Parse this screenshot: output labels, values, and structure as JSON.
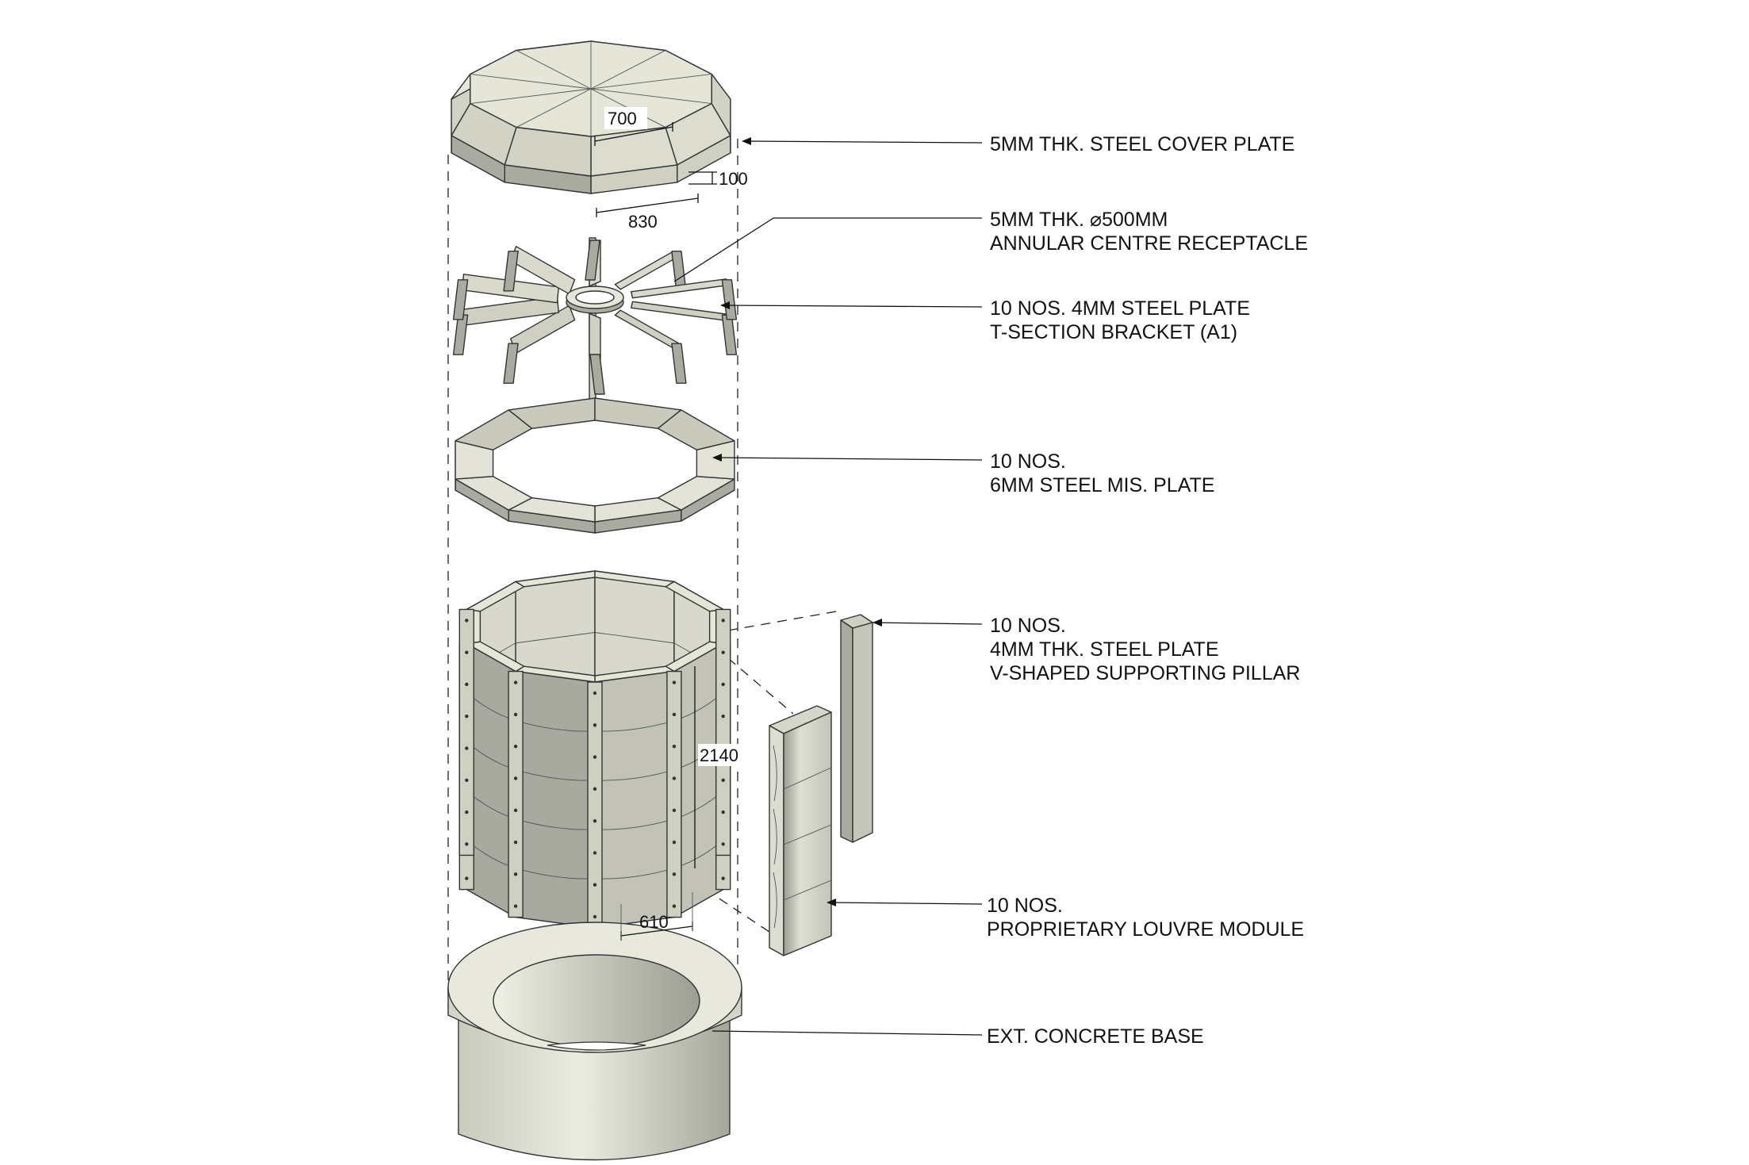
{
  "colors": {
    "light": "#e5e6d8",
    "mid": "#cfd0c1",
    "dark": "#a9aaa0",
    "darker": "#8f908a",
    "shadow": "#b8b9b0",
    "line": "#333333"
  },
  "callouts": [
    {
      "id": "cover-plate",
      "lines": [
        "5MM THK. STEEL COVER PLATE"
      ]
    },
    {
      "id": "centre-receptacle",
      "lines": [
        "5MM THK. ⌀500MM",
        "ANNULAR CENTRE RECEPTACLE"
      ]
    },
    {
      "id": "t-bracket",
      "lines": [
        "10 NOS. 4MM STEEL PLATE",
        "T-SECTION BRACKET  (A1)"
      ]
    },
    {
      "id": "mis-plate",
      "lines": [
        "10 NOS.",
        "6MM STEEL MIS. PLATE"
      ]
    },
    {
      "id": "v-pillar",
      "lines": [
        "10 NOS.",
        "4MM THK. STEEL PLATE",
        "V-SHAPED SUPPORTING PILLAR"
      ]
    },
    {
      "id": "louvre-module",
      "lines": [
        "10 NOS.",
        "PROPRIETARY LOUVRE MODULE"
      ]
    },
    {
      "id": "concrete-base",
      "lines": [
        "EXT. CONCRETE BASE"
      ]
    }
  ],
  "dimensions": {
    "cover_radius": "700",
    "cover_edge": "830",
    "cover_thickness": "100",
    "module_height": "2140",
    "module_width": "610"
  }
}
